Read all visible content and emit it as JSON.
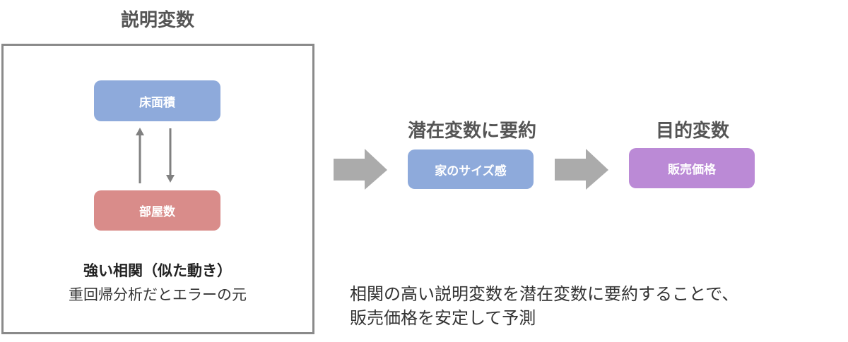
{
  "explanatory": {
    "title": "説明変数",
    "node_top": "床面積",
    "node_bottom": "部屋数",
    "caption_bold": "強い相関（似た動き）",
    "caption": "重回帰分析だとエラーの元"
  },
  "latent": {
    "title": "潜在変数に要約",
    "node": "家のサイズ感"
  },
  "target": {
    "title": "目的変数",
    "node": "販売価格"
  },
  "note": {
    "line1": "相関の高い説明変数を潜在変数に要約することで、",
    "line2": "販売価格を安定して予測"
  },
  "colors": {
    "blue": "#8eaadb",
    "red": "#d98c8a",
    "purple": "#bb8ad6",
    "arrow": "#ababab",
    "border": "#8a8a8a"
  }
}
